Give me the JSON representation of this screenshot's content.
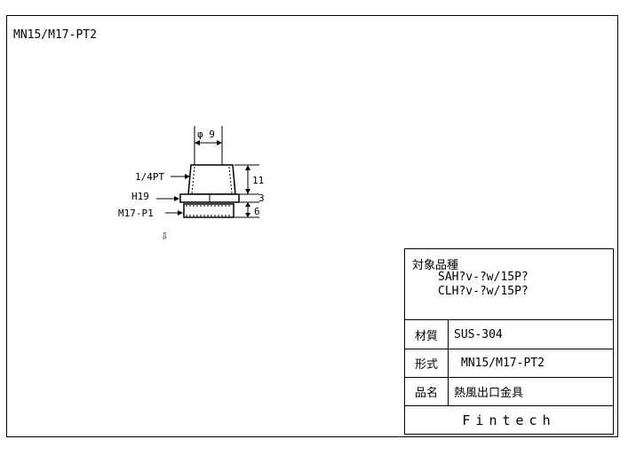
{
  "header": {
    "part_code": "MN15/M17-PT2"
  },
  "drawing": {
    "labels": {
      "diameter": "φ 9",
      "thread_top": "1/4PT",
      "hex": "H19",
      "thread_bottom": "M17-P1",
      "flow_arrow": "⇩"
    },
    "dimensions": {
      "height_upper": "11",
      "height_hex": "3",
      "height_lower": "6"
    }
  },
  "title_block": {
    "target_label": "対象品種",
    "target_models": [
      "SAH?v-?w/15P?",
      "CLH?v-?w/15P?"
    ],
    "material": {
      "key": "材質",
      "value": "SUS-304"
    },
    "model": {
      "key": "形式",
      "value": "MN15/M17-PT2"
    },
    "name": {
      "key": "品名",
      "value": "熱風出口金具"
    },
    "company": "Fintech"
  }
}
